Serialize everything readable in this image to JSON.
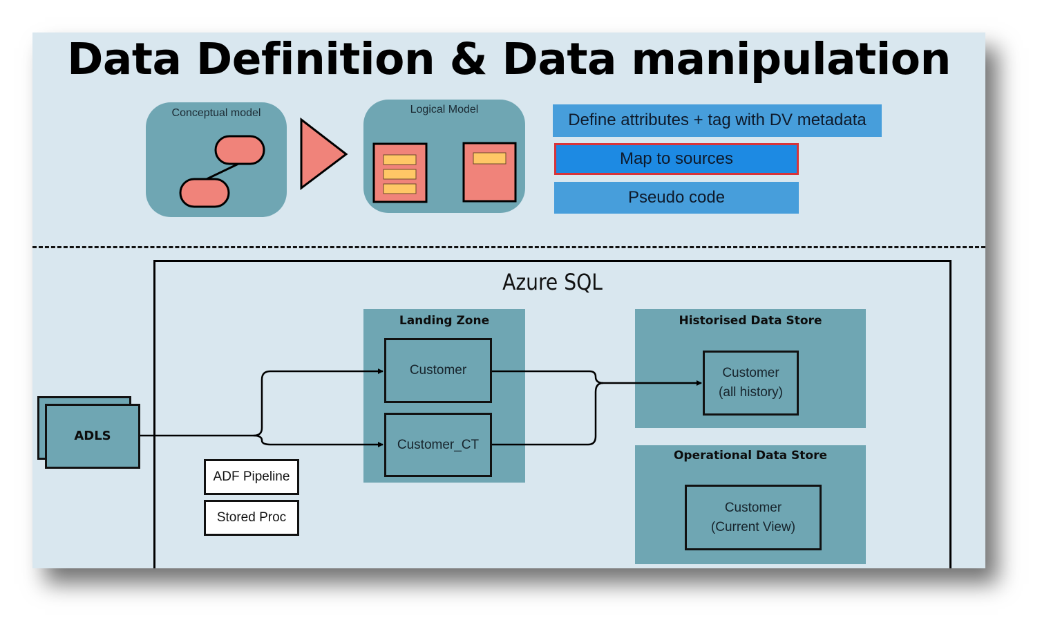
{
  "slide": {
    "title": "Data Definition & Data manipulation"
  },
  "models": {
    "conceptual": {
      "label": "Conceptual model"
    },
    "logical": {
      "label": "Logical Model"
    }
  },
  "steps": [
    {
      "label": "Define attributes + tag with DV metadata",
      "highlighted": false
    },
    {
      "label": "Map to sources",
      "highlighted": true
    },
    {
      "label": "Pseudo code",
      "highlighted": false
    }
  ],
  "colors": {
    "slide_bg": "#d9e7ef",
    "teal": "#6fa6b3",
    "salmon": "#f0837a",
    "yellow": "#ffc766",
    "step_blue": "#479edb",
    "step_active_blue": "#1d8ae3",
    "highlight_red": "#d8343a"
  },
  "architecture": {
    "container_label": "Azure SQL",
    "source": {
      "label": "ADLS"
    },
    "tools": [
      "ADF Pipeline",
      "Stored Proc"
    ],
    "landing_zone": {
      "title": "Landing Zone",
      "tables": [
        "Customer",
        "Customer_CT"
      ]
    },
    "historised_store": {
      "title": "Historised Data Store",
      "table_line1": "Customer",
      "table_line2": "(all history)"
    },
    "operational_store": {
      "title": "Operational Data Store",
      "table_line1": "Customer",
      "table_line2": "(Current View)"
    }
  }
}
